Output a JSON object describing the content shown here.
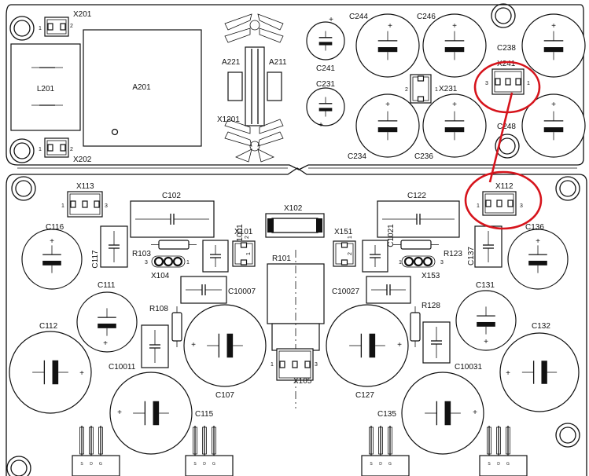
{
  "colors": {
    "board_outline": "#111111",
    "board_fill": "#ffffff",
    "highlight": "#d6141c"
  },
  "components": [
    {
      "ref": "X201",
      "kind": "connector",
      "pins": [
        "1",
        "2"
      ]
    },
    {
      "ref": "X202",
      "kind": "connector",
      "pins": [
        "1",
        "2"
      ]
    },
    {
      "ref": "L201",
      "kind": "inductor"
    },
    {
      "ref": "A201",
      "kind": "module"
    },
    {
      "ref": "A221",
      "kind": "module"
    },
    {
      "ref": "A211",
      "kind": "module"
    },
    {
      "ref": "X1201",
      "kind": "heatsink"
    },
    {
      "ref": "C241",
      "kind": "capacitor"
    },
    {
      "ref": "C231",
      "kind": "capacitor"
    },
    {
      "ref": "C244",
      "kind": "capacitor"
    },
    {
      "ref": "C246",
      "kind": "capacitor"
    },
    {
      "ref": "C238",
      "kind": "capacitor"
    },
    {
      "ref": "C234",
      "kind": "capacitor"
    },
    {
      "ref": "C236",
      "kind": "capacitor"
    },
    {
      "ref": "C248",
      "kind": "capacitor"
    },
    {
      "ref": "X231",
      "kind": "connector",
      "pins": [
        "2",
        "1"
      ]
    },
    {
      "ref": "X241",
      "kind": "connector",
      "pins": [
        "3",
        "1"
      ]
    },
    {
      "ref": "X113",
      "kind": "connector",
      "pins": [
        "1",
        "3"
      ]
    },
    {
      "ref": "X112",
      "kind": "connector",
      "pins": [
        "1",
        "3"
      ]
    },
    {
      "ref": "C116",
      "kind": "capacitor"
    },
    {
      "ref": "C117",
      "kind": "capacitor"
    },
    {
      "ref": "C102",
      "kind": "capacitor"
    },
    {
      "ref": "R103",
      "kind": "resistor"
    },
    {
      "ref": "X104",
      "kind": "connector",
      "pins": [
        "3",
        "1"
      ]
    },
    {
      "ref": "C1001",
      "kind": "capacitor"
    },
    {
      "ref": "X101",
      "kind": "connector",
      "pins": [
        "2",
        "1"
      ]
    },
    {
      "ref": "X102",
      "kind": "fuse"
    },
    {
      "ref": "R101",
      "kind": "resistor"
    },
    {
      "ref": "X151",
      "kind": "connector",
      "pins": [
        "1",
        "2"
      ]
    },
    {
      "ref": "C1021",
      "kind": "capacitor"
    },
    {
      "ref": "C122",
      "kind": "capacitor"
    },
    {
      "ref": "R123",
      "kind": "resistor"
    },
    {
      "ref": "X153",
      "kind": "connector",
      "pins": [
        "1",
        "3"
      ]
    },
    {
      "ref": "C137",
      "kind": "capacitor"
    },
    {
      "ref": "C136",
      "kind": "capacitor"
    },
    {
      "ref": "C111",
      "kind": "capacitor"
    },
    {
      "ref": "C10007",
      "kind": "capacitor"
    },
    {
      "ref": "C10027",
      "kind": "capacitor"
    },
    {
      "ref": "C131",
      "kind": "capacitor"
    },
    {
      "ref": "R108",
      "kind": "resistor"
    },
    {
      "ref": "R128",
      "kind": "resistor"
    },
    {
      "ref": "C112",
      "kind": "capacitor"
    },
    {
      "ref": "C132",
      "kind": "capacitor"
    },
    {
      "ref": "C10011",
      "kind": "capacitor"
    },
    {
      "ref": "C10031",
      "kind": "capacitor"
    },
    {
      "ref": "C107",
      "kind": "capacitor"
    },
    {
      "ref": "C127",
      "kind": "capacitor"
    },
    {
      "ref": "X105",
      "kind": "connector",
      "pins": [
        "1",
        "3"
      ]
    },
    {
      "ref": "C115",
      "kind": "capacitor"
    },
    {
      "ref": "C135",
      "kind": "capacitor"
    }
  ],
  "symbols": {
    "positive": "+",
    "transistor_pins": [
      "S",
      "D",
      "G"
    ]
  },
  "highlight": {
    "from": "X241",
    "to": "X112"
  }
}
